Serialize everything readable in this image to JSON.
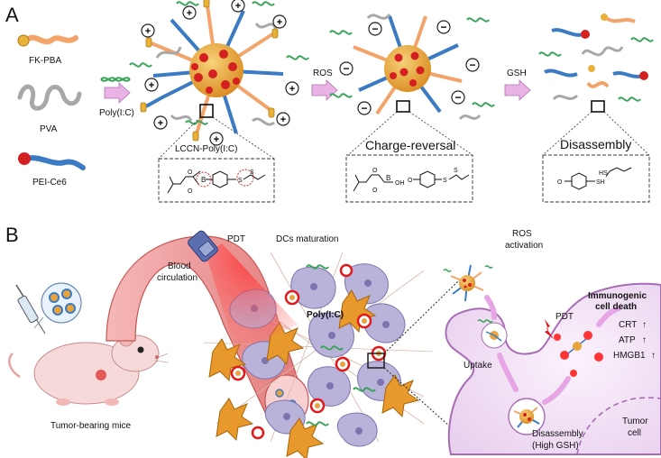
{
  "panelA": {
    "letter": "A",
    "components": [
      {
        "label": "FK-PBA"
      },
      {
        "label": "PVA"
      },
      {
        "label": "PEI-Ce6"
      }
    ],
    "step1_label": "Poly(I:C)",
    "nanoparticle_label": "LCCN-Poly(I:C)",
    "step2_label": "ROS",
    "state2_label": "Charge-reversal",
    "step3_label": "GSH",
    "state3_label": "Disassembly",
    "chem": {
      "boronate_o": "O",
      "boronate_b": "B",
      "hydroxyl": "OH",
      "phenolate_o": "O",
      "disulfide_s": "S",
      "thiol": "HS",
      "thiol_sh": "SH"
    }
  },
  "panelB": {
    "letter": "B",
    "mice_label": "Tumor-bearing mice",
    "blood_label_1": "Blood",
    "blood_label_2": "circulation",
    "pdt_label": "PDT",
    "dc_label": "DCs maturation",
    "polyic_label": "Poly(I:C)",
    "ros_label_1": "ROS",
    "ros_label_2": "activation",
    "uptake_label": "Uptake",
    "cell_pdt_label": "PDT",
    "icd_title_1": "Immunogenic",
    "icd_title_2": "cell death",
    "markers": [
      "CRT",
      "ATP",
      "HMGB1"
    ],
    "disassembly_1": "Disassembly",
    "disassembly_2": "(High GSH)",
    "tumor_cell_1": "Tumor",
    "tumor_cell_2": "cell"
  },
  "colors": {
    "core": "#e8a33a",
    "core_dots": "#d42020",
    "peg_orange": "#f3a46a",
    "pei_blue": "#3b7bc4",
    "pva_gray": "#a8a8a8",
    "dna_green": "#3aa35a",
    "arrow_pink": "#e9b3e6",
    "cell_lavender": "#f3e4f6",
    "tumor_purple": "#b9b3d9",
    "dc_orange": "#e79a2b"
  }
}
